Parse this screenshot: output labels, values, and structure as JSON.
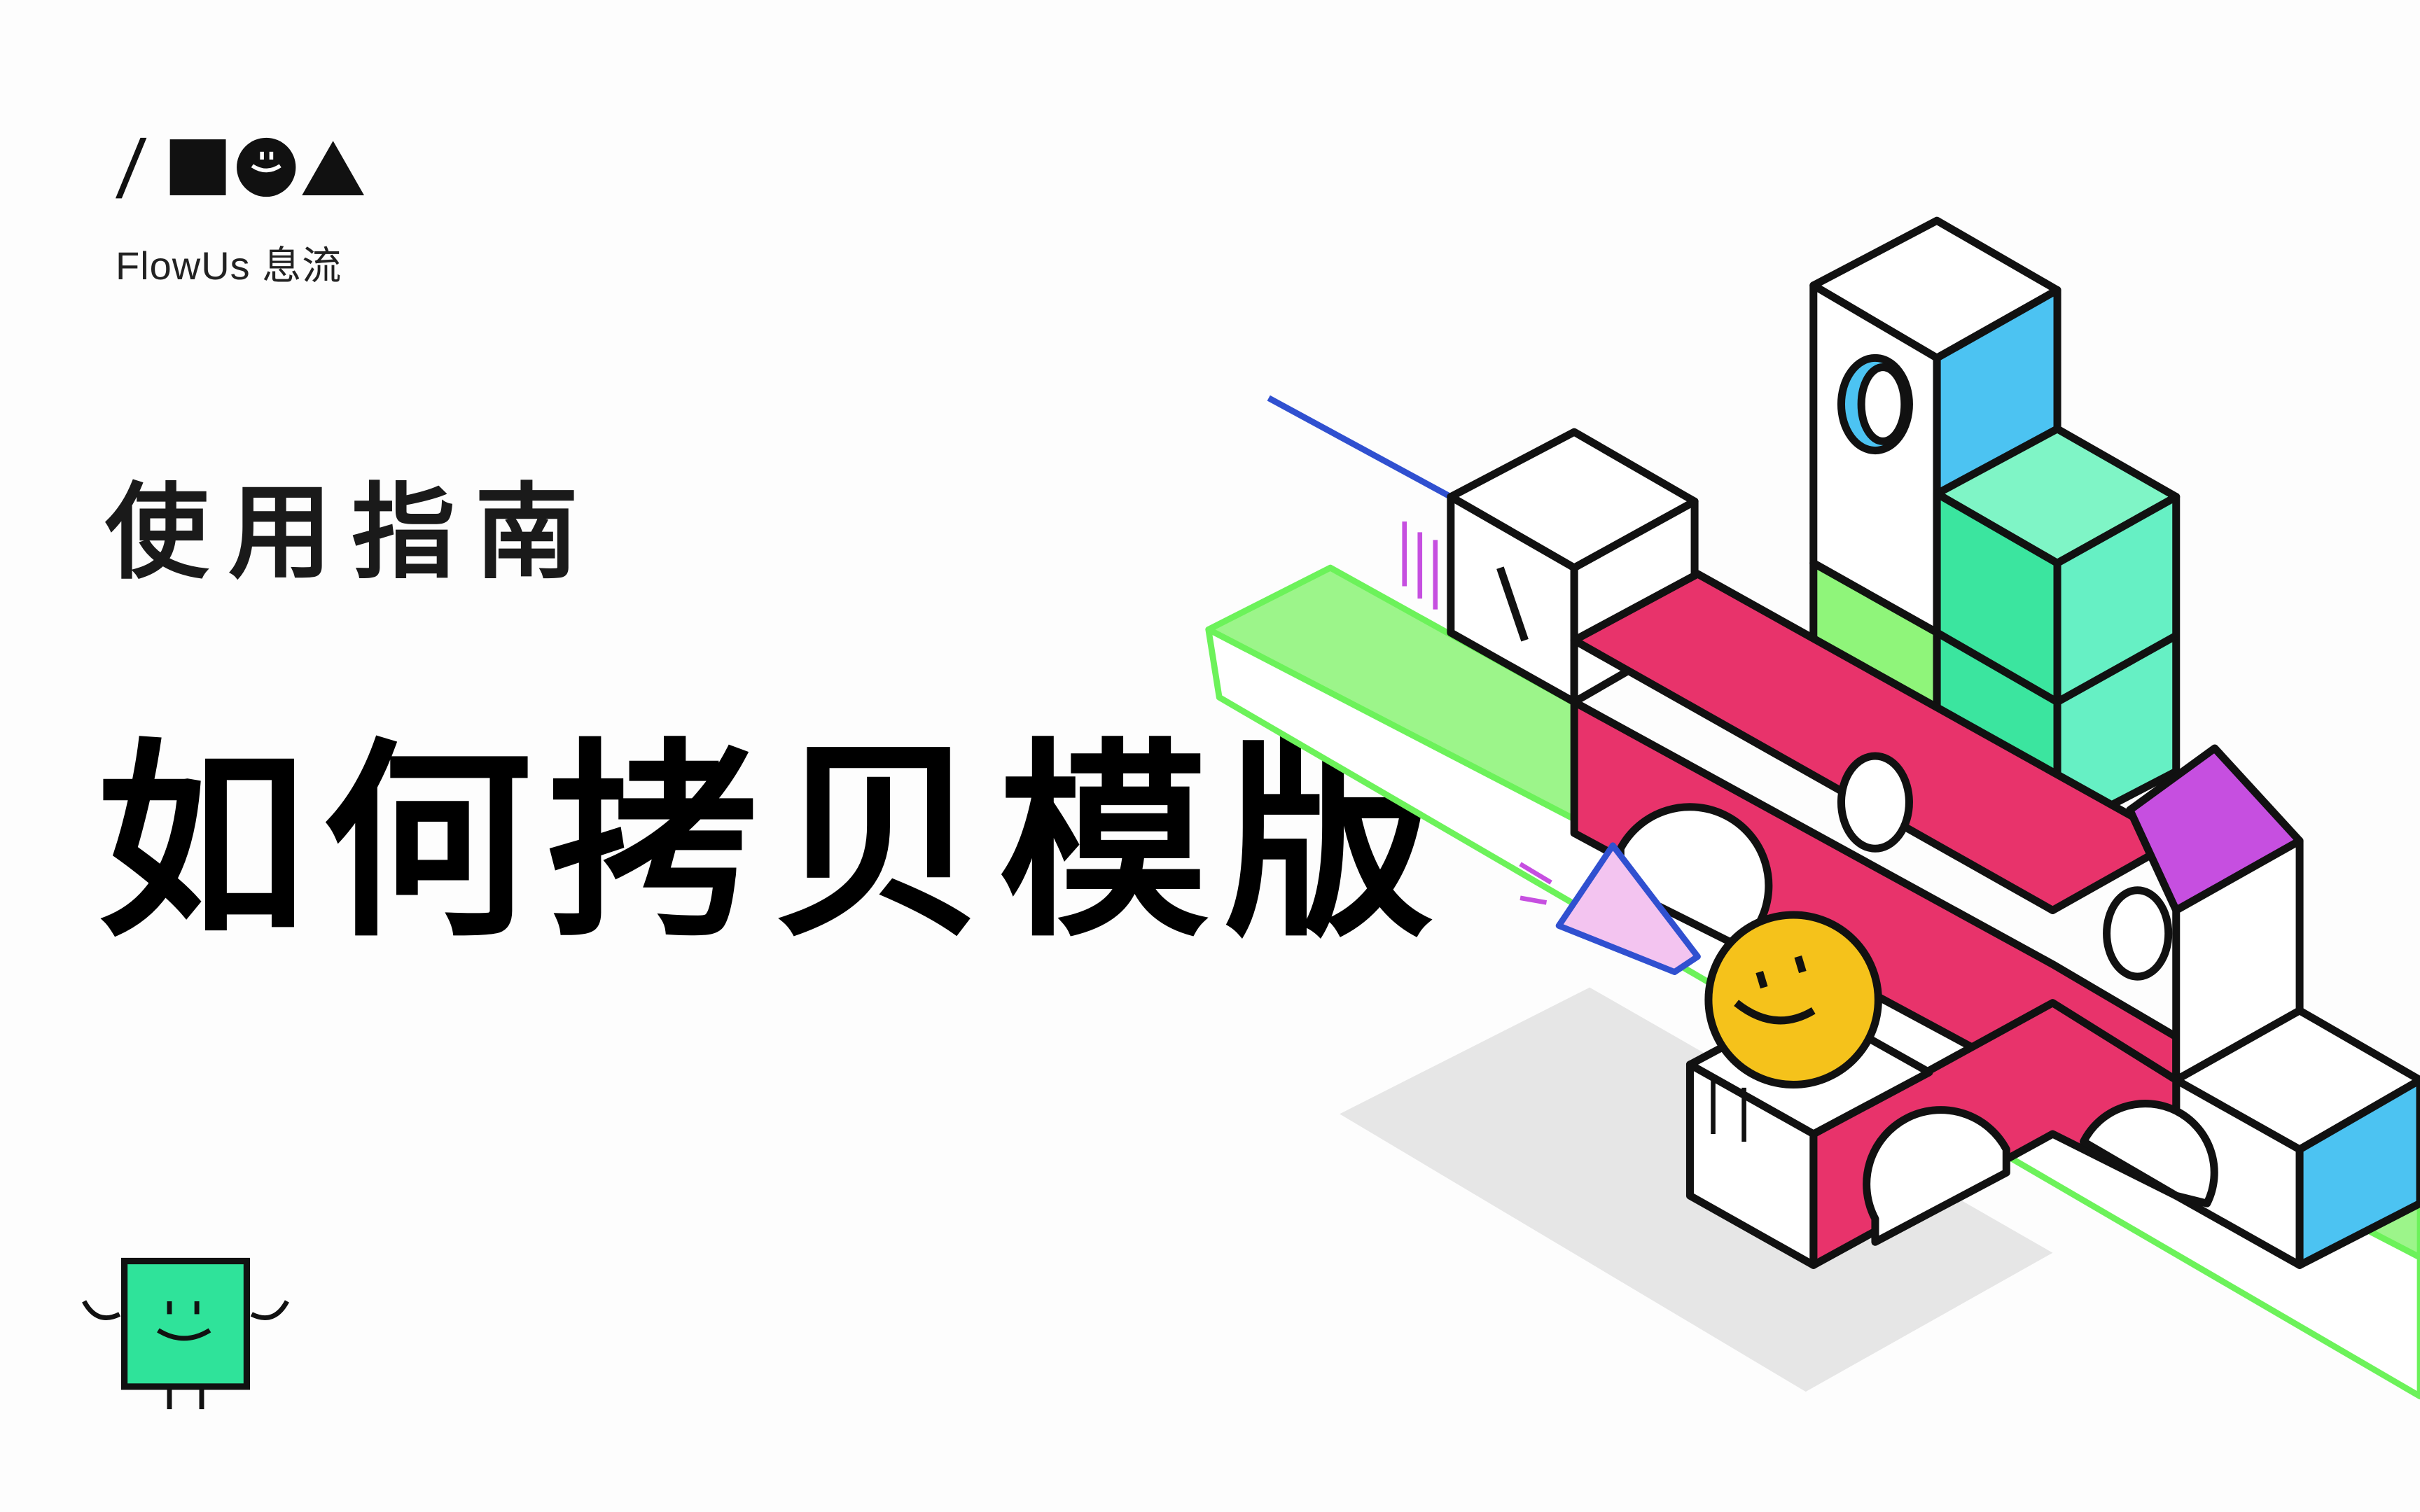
{
  "brand": {
    "logo_icons": [
      "slash-shape",
      "square-shape",
      "smiley-circle-shape",
      "triangle-shape"
    ],
    "name": "FlowUs 息流"
  },
  "cover": {
    "subtitle": "使用指南",
    "title": "如何拷贝模版"
  },
  "colors": {
    "pink": "#e8336b",
    "green": "#3be59f",
    "lime": "#8ff57a",
    "blue": "#4cc3f2",
    "yellow": "#f5c21b",
    "purple": "#c64fe0",
    "mascot_green": "#2fe39a"
  }
}
